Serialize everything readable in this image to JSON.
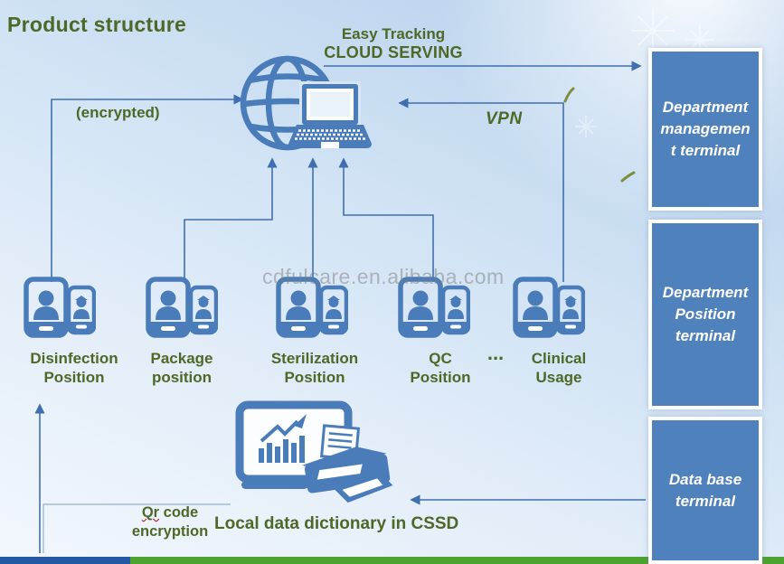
{
  "title": "Product structure",
  "watermark": "cdfulcare.en.alibaba.com",
  "cloud": {
    "line1": "Easy Tracking",
    "line2": "CLOUD SERVING"
  },
  "annotations": {
    "encrypted": "(encrypted)",
    "vpn": "VPN",
    "ellipsis": "...",
    "qr_word": "Qr",
    "qr_rest": "code",
    "qr_line2": "encryption",
    "local_dictionary": "Local data dictionary in CSSD"
  },
  "positions": [
    {
      "id": "disinfection",
      "label": "Disinfection\nPosition"
    },
    {
      "id": "package",
      "label": "Package\nposition"
    },
    {
      "id": "sterilization",
      "label": "Sterilization\nPosition"
    },
    {
      "id": "qc",
      "label": "QC\nPosition"
    },
    {
      "id": "clinical",
      "label": "Clinical\nUsage"
    }
  ],
  "terminals": [
    {
      "id": "department-management",
      "label": "Department\nmanagemen\nt terminal"
    },
    {
      "id": "department-position",
      "label": "Department\nPosition\nterminal"
    },
    {
      "id": "database",
      "label": "Data base\nterminal"
    }
  ],
  "colors": {
    "icon_blue": "#4a7cba",
    "line_blue": "#3f6fae",
    "box_blue": "#4f81bd",
    "text_green": "#4e6827",
    "bottom_bar_blue": "#2257a4",
    "bottom_bar_green": "#4da32f"
  }
}
